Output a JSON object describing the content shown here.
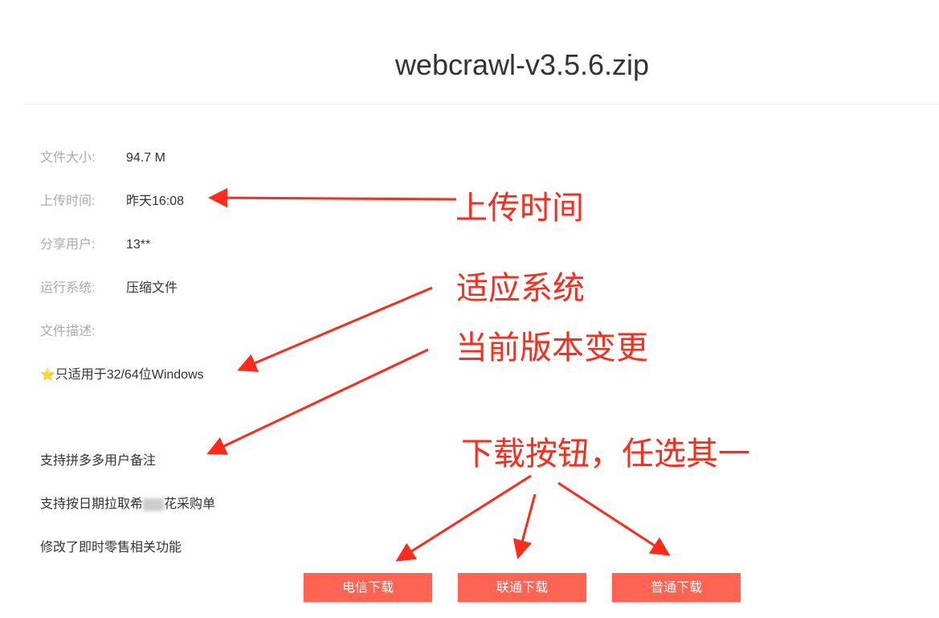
{
  "file_name": "webcrawl-v3.5.6.zip",
  "info": [
    {
      "label": "文件大小:",
      "value": "94.7 M"
    },
    {
      "label": "上传时间:",
      "value": "昨天16:08"
    },
    {
      "label": "分享用户:",
      "value": "13**"
    },
    {
      "label": "运行系统:",
      "value": "压缩文件"
    },
    {
      "label": "文件描述:",
      "value": ""
    }
  ],
  "description": {
    "star": "⭐",
    "line1": "只适用于32/64位Windows",
    "line2": "支持拼多多用户备注",
    "line3a": "支持按日期拉取希",
    "line3b": "花采购单",
    "line4": "修改了即时零售相关功能"
  },
  "buttons": [
    "电信下载",
    "联通下载",
    "普通下载"
  ],
  "annotations": {
    "upload_time": "上传时间",
    "system": "适应系统",
    "version": "当前版本变更",
    "download": "下载按钮，任选其一"
  },
  "colors": {
    "button": "#ff6352",
    "annotation": "#ff2a1a"
  }
}
